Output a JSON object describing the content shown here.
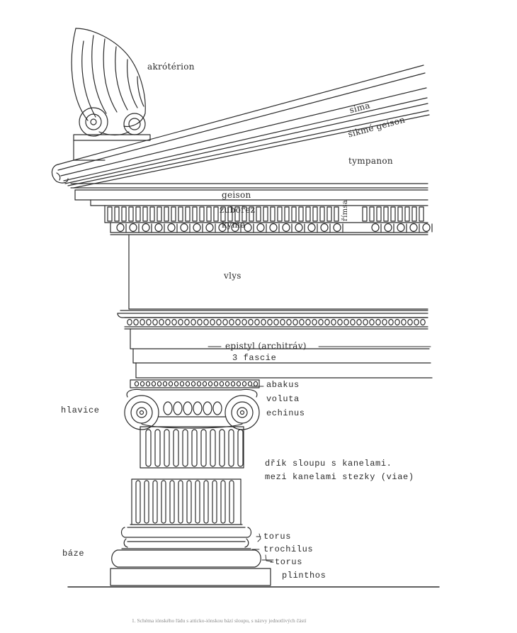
{
  "labels": {
    "akroterion": "akrótérion",
    "sima": "sima",
    "sikme_geison": "šikmé geison",
    "tympanon": "tympanon",
    "geison": "geison",
    "zuborez": "zubořez",
    "kyma": "kyma",
    "rimsa": "římsa",
    "vlys": "vlys",
    "epistyl": "epistyl (architráv)",
    "fascie": "3 fascie",
    "abakus": "abakus",
    "voluta": "voluta",
    "echinus": "echinus",
    "hlavice": "hlavice",
    "drik_line1": "dřík sloupu s kanelami.",
    "drik_line2": "mezi kanelami stezky (viae)",
    "torus_upper": "torus",
    "trochilus": "trochilus",
    "torus_lower": "torus",
    "plinthos": "plinthos",
    "baze": "báze"
  },
  "caption": "1. Schéma iónského řádu s atticko-iónskou bází sloupu, s názvy jednotlivých částí",
  "colors": {
    "ink": "#2b2b2b",
    "paper": "#ffffff",
    "caption": "#8a8a8a"
  }
}
